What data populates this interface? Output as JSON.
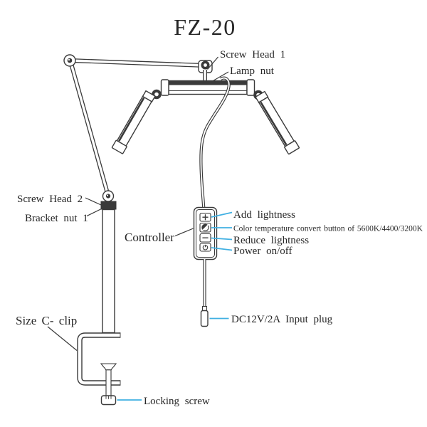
{
  "title": "FZ-20",
  "colors": {
    "line": "#3a3a3a",
    "leader": "#41b0e2",
    "text": "#272727",
    "background": "#ffffff"
  },
  "labels": {
    "screw_head_1": "Screw Head 1",
    "lamp_nut": "Lamp nut",
    "screw_head_2": "Screw Head 2",
    "bracket_nut_1": "Bracket nut 1",
    "controller": "Controller",
    "add_lightness": "Add lightness",
    "color_temperature": "Color temperature convert button of 5600K/4400/3200K",
    "reduce_lightness": "Reduce lightness",
    "power_on_off": "Power on/off",
    "dc_input_plug": "DC12V/2A Input plug",
    "size_c_clip": "Size C- clip",
    "locking_screw": "Locking screw"
  },
  "controller_panel": {
    "buttons": [
      {
        "icon": "plus-icon",
        "label": "Add lightness"
      },
      {
        "icon": "color-temperature-icon",
        "label": "Color temperature convert button of 5600K/4400/3200K"
      },
      {
        "icon": "minus-icon",
        "label": "Reduce lightness"
      },
      {
        "icon": "power-icon",
        "label": "Power on/off"
      }
    ]
  }
}
